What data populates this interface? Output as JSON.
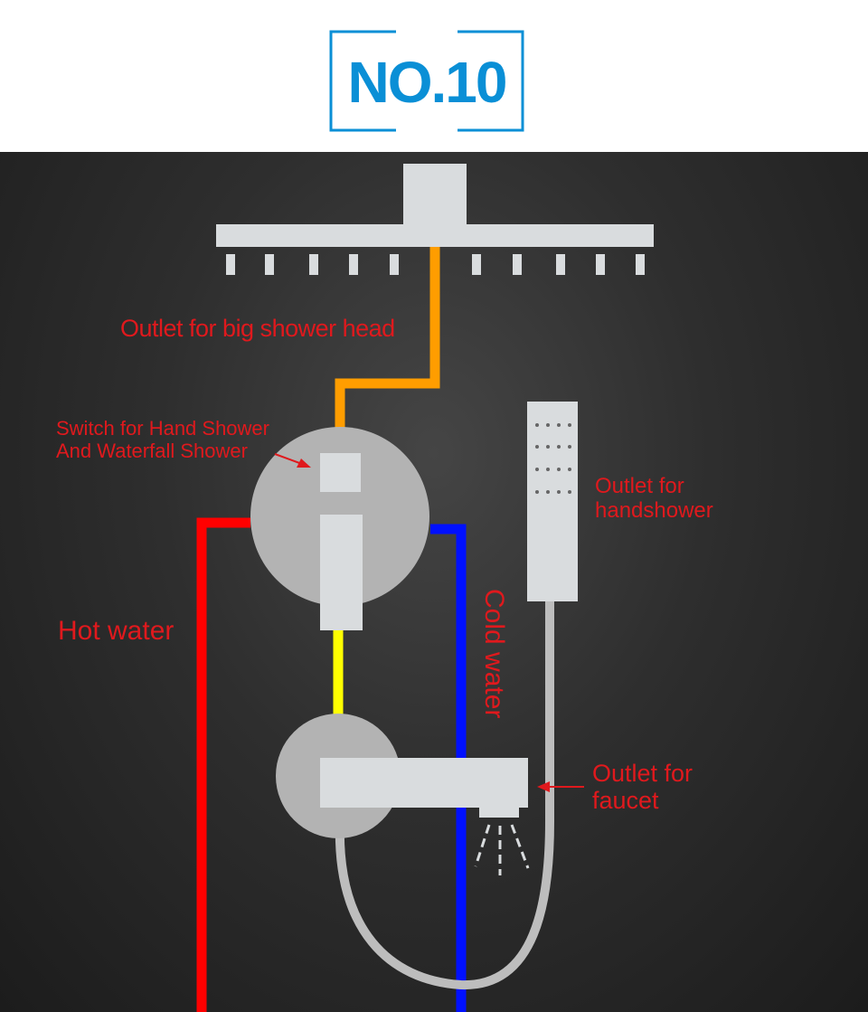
{
  "header": {
    "badge_text": "NO.10"
  },
  "labels": {
    "big_shower_outlet": "Outlet for big shower head",
    "switch_line1": "Switch for Hand Shower",
    "switch_line2": "And Waterfall Shower",
    "handshower_line1": "Outlet for",
    "handshower_line2": "handshower",
    "hot_water": "Hot water",
    "cold_water": "Cold water",
    "faucet_line1": "Outlet for",
    "faucet_line2": "faucet"
  },
  "colors": {
    "label": "#e0191d",
    "badge": "#0a8fd6",
    "hot_pipe": "#ff0000",
    "cold_pipe": "#0010ff",
    "shower_pipe": "#ff9d00",
    "mixer_pipe": "#ffff00",
    "fixture": "#d9dcde",
    "valve": "#b3b3b3"
  }
}
